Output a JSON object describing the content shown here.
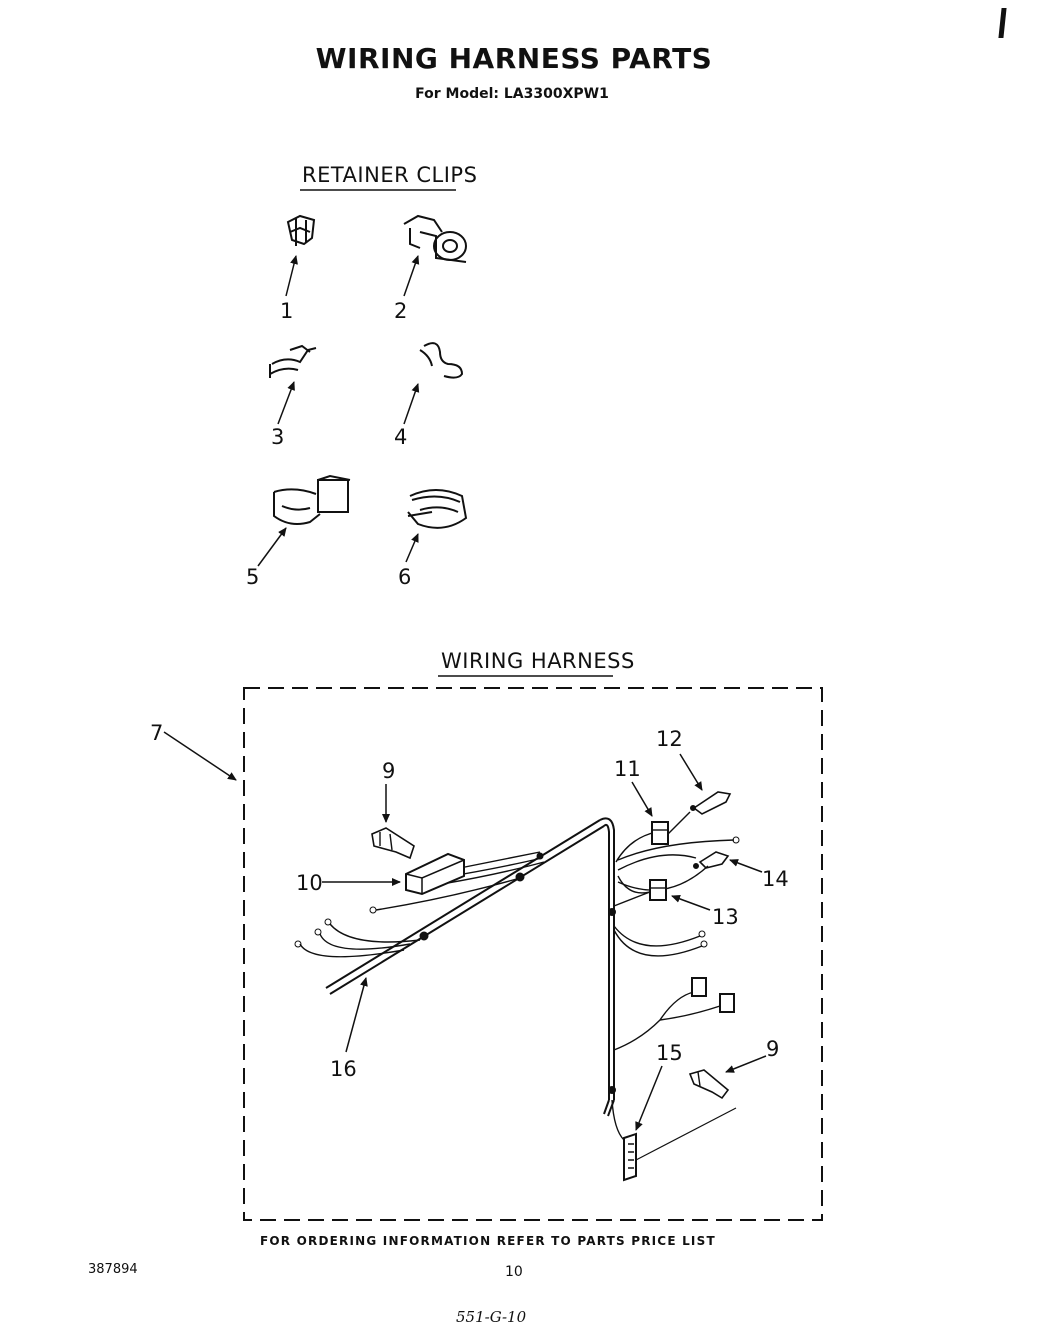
{
  "header": {
    "title": "WIRING HARNESS PARTS",
    "model_line": "For Model: LA3300XPW1"
  },
  "sections": {
    "retainer_clips": "RETAINER CLIPS",
    "wiring_harness": "WIRING HARNESS"
  },
  "callouts": {
    "c1": "1",
    "c2": "2",
    "c3": "3",
    "c4": "4",
    "c5": "5",
    "c6": "6",
    "c7": "7",
    "c9a": "9",
    "c9b": "9",
    "c10": "10",
    "c11": "11",
    "c12": "12",
    "c13": "13",
    "c14": "14",
    "c15": "15",
    "c16": "16"
  },
  "footer": {
    "ordering_note": "FOR ORDERING INFORMATION REFER TO PARTS PRICE LIST",
    "doc_number": "387894",
    "page_number": "10",
    "handwritten_note": "551-G-10"
  }
}
